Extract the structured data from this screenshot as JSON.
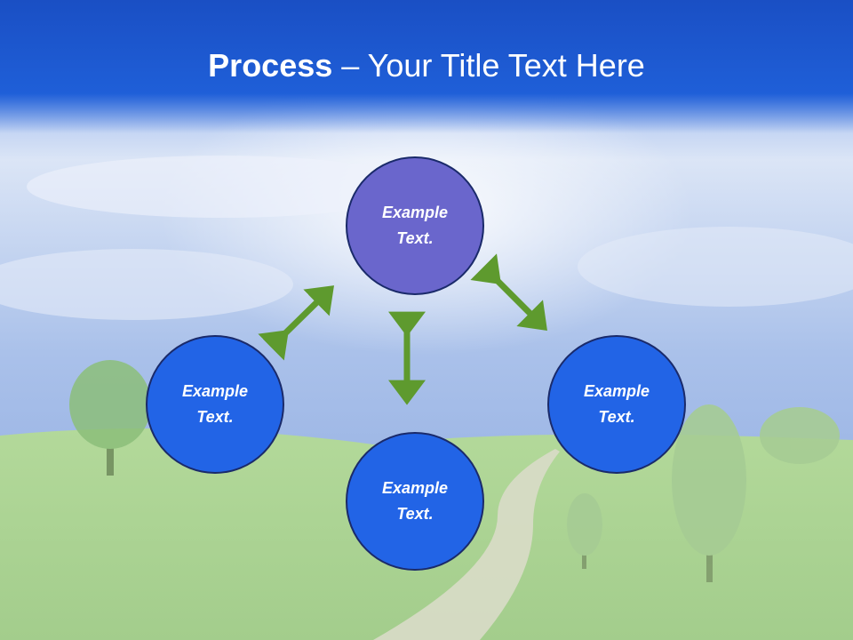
{
  "title": {
    "bold": "Process",
    "rest": " – Your Title Text Here"
  },
  "nodes": {
    "top": {
      "line1": "Example",
      "line2": "Text."
    },
    "left": {
      "line1": "Example",
      "line2": "Text."
    },
    "right": {
      "line1": "Example",
      "line2": "Text."
    },
    "bottom": {
      "line1": "Example",
      "line2": "Text."
    }
  },
  "colors": {
    "title_bar": "#1f5fd8",
    "node_top": "#6a66cc",
    "node_other": "#2264e6",
    "node_border": "#1a2a6a",
    "arrow": "#5e9a2e"
  }
}
